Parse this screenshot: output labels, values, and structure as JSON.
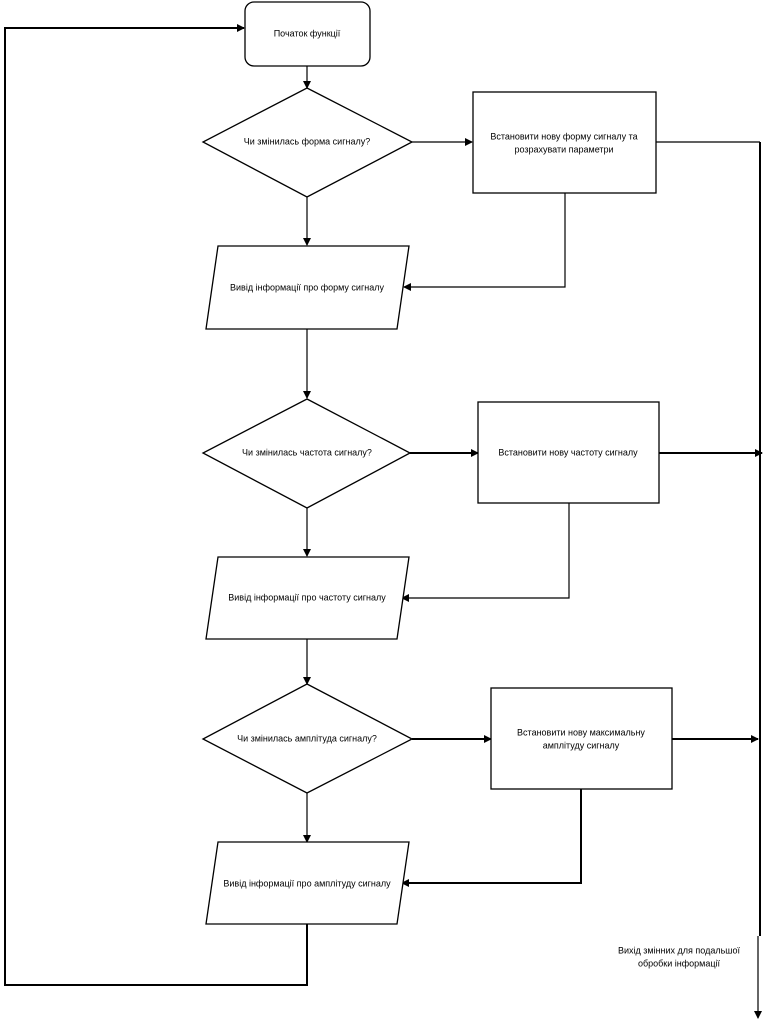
{
  "flowchart": {
    "start": "Початок функції",
    "q_form": "Чи змінилась форма сигналу?",
    "set_form_line1": "Встановити нову форму сигналу та",
    "set_form_line2": "розрахувати параметри",
    "out_form": "Вивід інформації про форму сигналу",
    "q_freq": "Чи змінилась частота сигналу?",
    "set_freq": "Встановити нову частоту сигналу",
    "out_freq": "Вивід інформації про частоту сигналу",
    "q_amp": "Чи змінилась амплітуда сигналу?",
    "set_amp_line1": "Встановити нову максимальну",
    "set_amp_line2": "амплітуду сигналу",
    "out_amp": "Вивід інформації про амплітуду сигналу",
    "exit_line1": "Вихід змінних для подальшої",
    "exit_line2": "обробки інформації"
  }
}
